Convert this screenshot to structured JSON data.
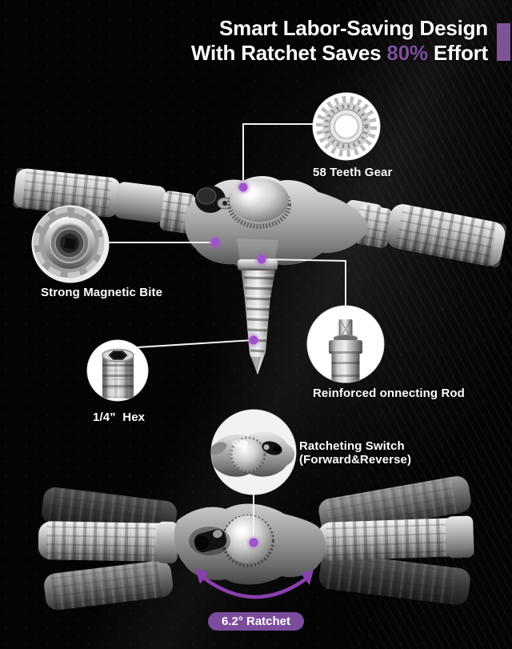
{
  "title": {
    "line1": "Smart Labor-Saving Design",
    "line2_prefix": "With Ratchet Saves ",
    "line2_highlight": "80%",
    "line2_suffix": " Effort"
  },
  "colors": {
    "background": "#040404",
    "accent_purple": "#7d4f9e",
    "bar_purple": "#7d5299",
    "dot_purple": "#a052cc",
    "arrow_purple": "#8b3fae",
    "badge_purple": "#7b4c9c",
    "text_white": "#ffffff"
  },
  "callouts": {
    "gear": {
      "label": "58 Teeth Gear",
      "icon": "gear-icon"
    },
    "magnetic_bite": {
      "label": "Strong Magnetic Bite",
      "icon": "magnetic-bite-icon"
    },
    "hex": {
      "label": "1/4”  Hex",
      "icon": "hex-socket-icon"
    },
    "connecting_rod": {
      "label": "Reinforced onnecting Rod",
      "icon": "connecting-rod-icon"
    },
    "ratchet_switch": {
      "line1": "Ratcheting Switch",
      "line2": "(Forward&Reverse)",
      "icon": "ratchet-switch-icon"
    }
  },
  "badge": {
    "label": "6.2° Ratchet"
  }
}
